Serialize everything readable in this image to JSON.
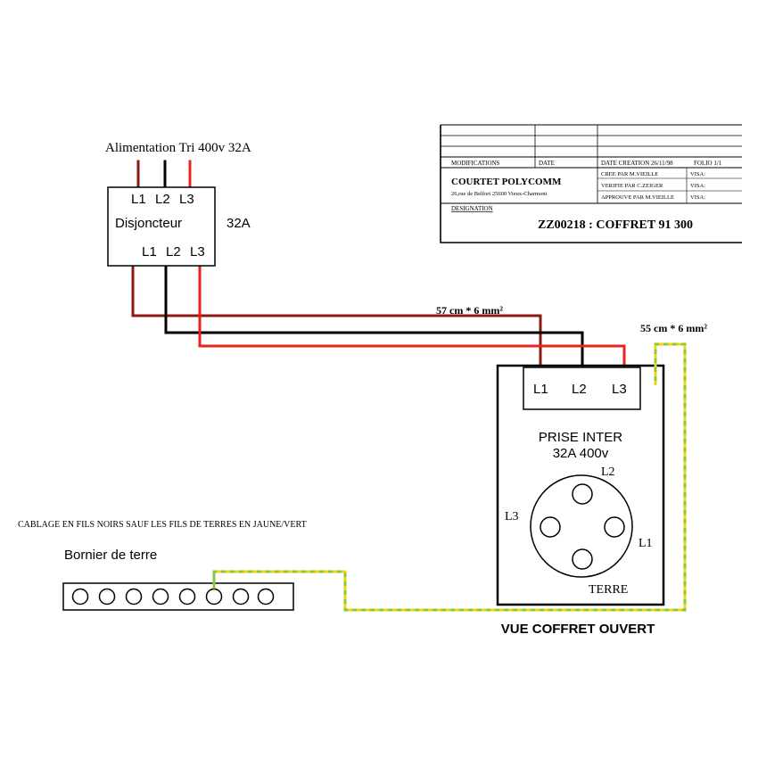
{
  "colors": {
    "l1_wire": "#8b1a12",
    "l2_wire": "#000000",
    "l3_wire": "#e8231b",
    "earth_wire": "#8cc63f",
    "earth_dash": "#f2d40a"
  },
  "supply": {
    "title": "Alimentation  Tri  400v  32A"
  },
  "breaker": {
    "name": "Disjoncteur",
    "rating": "32A",
    "in_l1": "L1",
    "in_l2": "L2",
    "in_l3": "L3",
    "out_l1": "L1",
    "out_l2": "L2",
    "out_l3": "L3"
  },
  "cables": {
    "phase_length": "57  cm  *  6  mm²",
    "earth_length": "55  cm  *  6  mm²"
  },
  "socket": {
    "term_l1": "L1",
    "term_l2": "L2",
    "term_l3": "L3",
    "name_line1": "PRISE  INTER",
    "name_line2": "32A  400v",
    "pin_l1": "L1",
    "pin_l2": "L2",
    "pin_l3": "L3",
    "pin_earth": "TERRE"
  },
  "notes": {
    "wiring": "CABLAGE  EN  FILS  NOIRS  SAUF  LES  FILS  DE  TERRES  EN  JAUNE/VERT",
    "earth_bar": "Bornier  de  terre",
    "view": "VUE  COFFRET  OUVERT"
  },
  "title_block": {
    "col_modifications": "MODIFICATIONS",
    "col_date": "DATE",
    "creation_date": "DATE  CREATION  26/11/98",
    "folio": "FOLIO    1/1",
    "company": "COURTET  POLYCOMM",
    "address": "26,rue  de  Belfort    25600  Vieux-Charmont",
    "created_by": "CREE  PAR  M.VIEILLE",
    "verified_by": "VERIFIE  PAR  C.ZEIGER",
    "approved_by": "APPROUVE  PAR  M.VIEILLE",
    "visa_1": "VISA:",
    "visa_2": "VISA:",
    "visa_3": "VISA:",
    "designation_label": "DESIGNATION",
    "designation": "ZZ00218  :  COFFRET  91  300"
  }
}
